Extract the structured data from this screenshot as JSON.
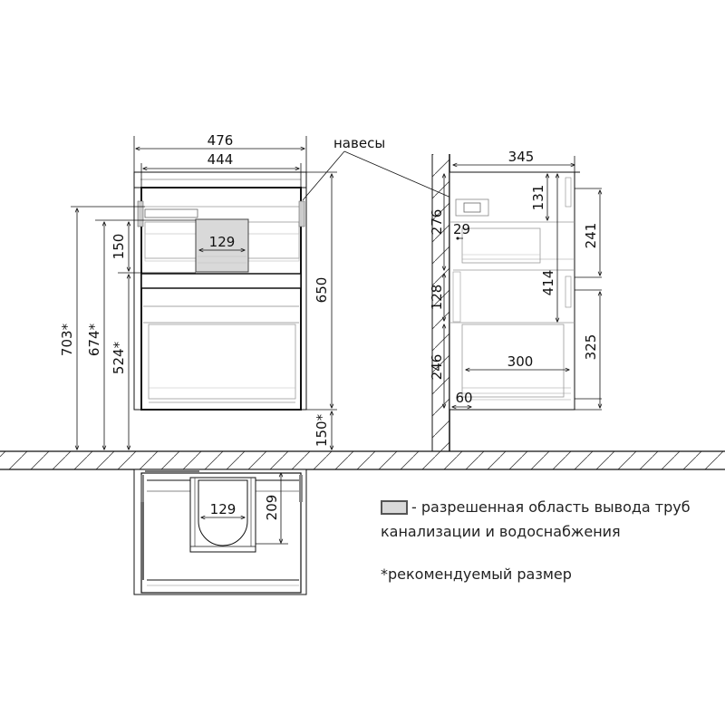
{
  "front_view": {
    "outer_width": "476",
    "inner_width": "444",
    "height": "650",
    "pipe_zone_width": "129",
    "pipe_zone_height": "150",
    "height_703": "703*",
    "height_674": "674*",
    "height_524": "524*",
    "floor_gap": "150*",
    "hinges_label": "навесы"
  },
  "side_view": {
    "depth": "345",
    "top_131": "131",
    "upper_276": "276",
    "offset_29": "29",
    "height_241": "241",
    "height_414": "414",
    "height_128": "128",
    "height_246": "246",
    "drawer_300": "300",
    "offset_60": "60",
    "height_325": "325"
  },
  "top_view": {
    "pipe_zone_width": "129",
    "pipe_zone_depth": "209"
  },
  "legend": {
    "swatch_color": "#d9d9d9",
    "line1": "- разрешенная область вывода труб",
    "line2": "канализации и водоснабжения",
    "note": "*рекомендуемый размер"
  }
}
